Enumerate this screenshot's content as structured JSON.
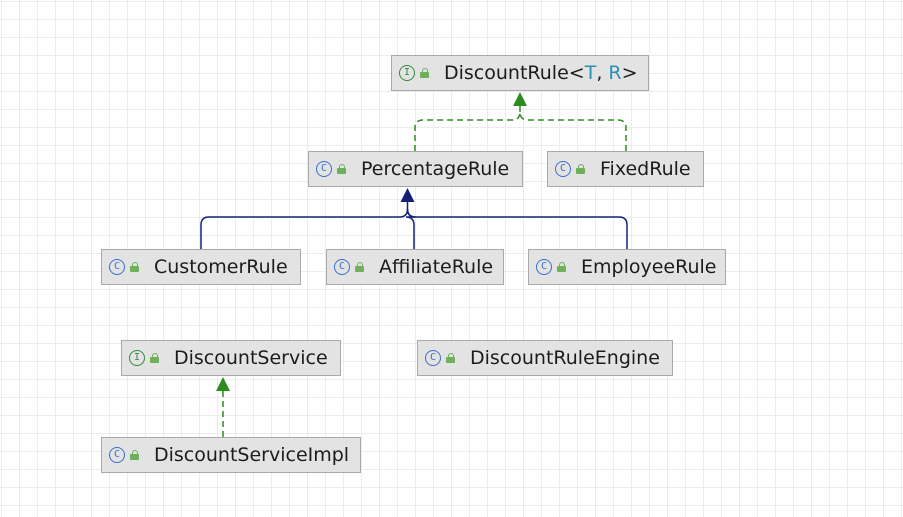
{
  "diagram": {
    "type": "uml-class-hierarchy",
    "kind_letters": {
      "interface": "I",
      "class": "C"
    },
    "colors": {
      "background": "#ffffff",
      "grid": "#ececec",
      "node_fill": "#e3e3e3",
      "node_border": "#a9a9a9",
      "implements_edge": "#2e8b1f",
      "extends_edge": "#13207a",
      "interface_icon": "#2e8c3a",
      "class_icon": "#3a6fd0",
      "type_param": "#2a8fb3"
    },
    "nodes": [
      {
        "id": "discount-rule",
        "kind": "interface",
        "name": "DiscountRule",
        "type_params": [
          "T",
          "R"
        ]
      },
      {
        "id": "percentage-rule",
        "kind": "class",
        "name": "PercentageRule"
      },
      {
        "id": "fixed-rule",
        "kind": "class",
        "name": "FixedRule"
      },
      {
        "id": "customer-rule",
        "kind": "class",
        "name": "CustomerRule"
      },
      {
        "id": "affiliate-rule",
        "kind": "class",
        "name": "AffiliateRule"
      },
      {
        "id": "employee-rule",
        "kind": "class",
        "name": "EmployeeRule"
      },
      {
        "id": "discount-service",
        "kind": "interface",
        "name": "DiscountService"
      },
      {
        "id": "discount-rule-engine",
        "kind": "class",
        "name": "DiscountRuleEngine"
      },
      {
        "id": "discount-service-impl",
        "kind": "class",
        "name": "DiscountServiceImpl"
      }
    ],
    "edges": [
      {
        "from": "percentage-rule",
        "to": "discount-rule",
        "relation": "implements"
      },
      {
        "from": "fixed-rule",
        "to": "discount-rule",
        "relation": "implements"
      },
      {
        "from": "customer-rule",
        "to": "percentage-rule",
        "relation": "extends"
      },
      {
        "from": "affiliate-rule",
        "to": "percentage-rule",
        "relation": "extends"
      },
      {
        "from": "employee-rule",
        "to": "percentage-rule",
        "relation": "extends"
      },
      {
        "from": "discount-service-impl",
        "to": "discount-service",
        "relation": "implements"
      }
    ]
  }
}
